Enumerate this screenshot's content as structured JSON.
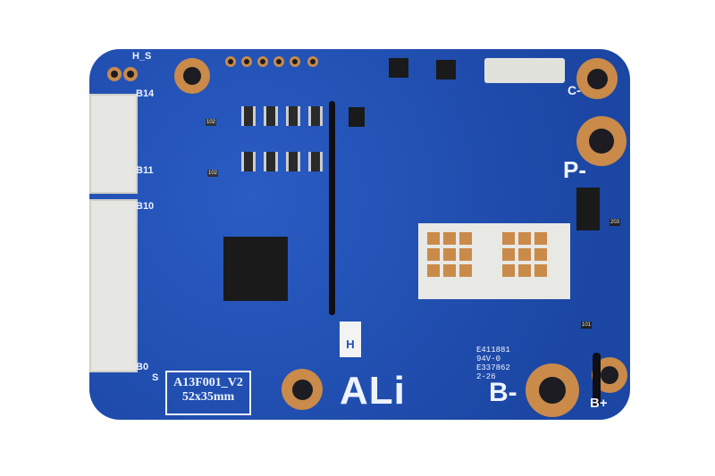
{
  "board": {
    "model": "A13F001_V2",
    "size": "52x35mm",
    "brand": "ALi",
    "labels": {
      "hall_sensor": "H_S",
      "b14": "B14",
      "b11": "B11",
      "b10": "B10",
      "b0": "B0",
      "s": "S",
      "p_minus": "P-",
      "c_minus": "C-",
      "b_minus": "B-",
      "b_plus": "B+",
      "h": "H"
    },
    "cert": [
      "E411881",
      "94V-0",
      "E337862",
      "2-26"
    ],
    "components": [
      "102",
      "102",
      "203",
      "101"
    ]
  }
}
